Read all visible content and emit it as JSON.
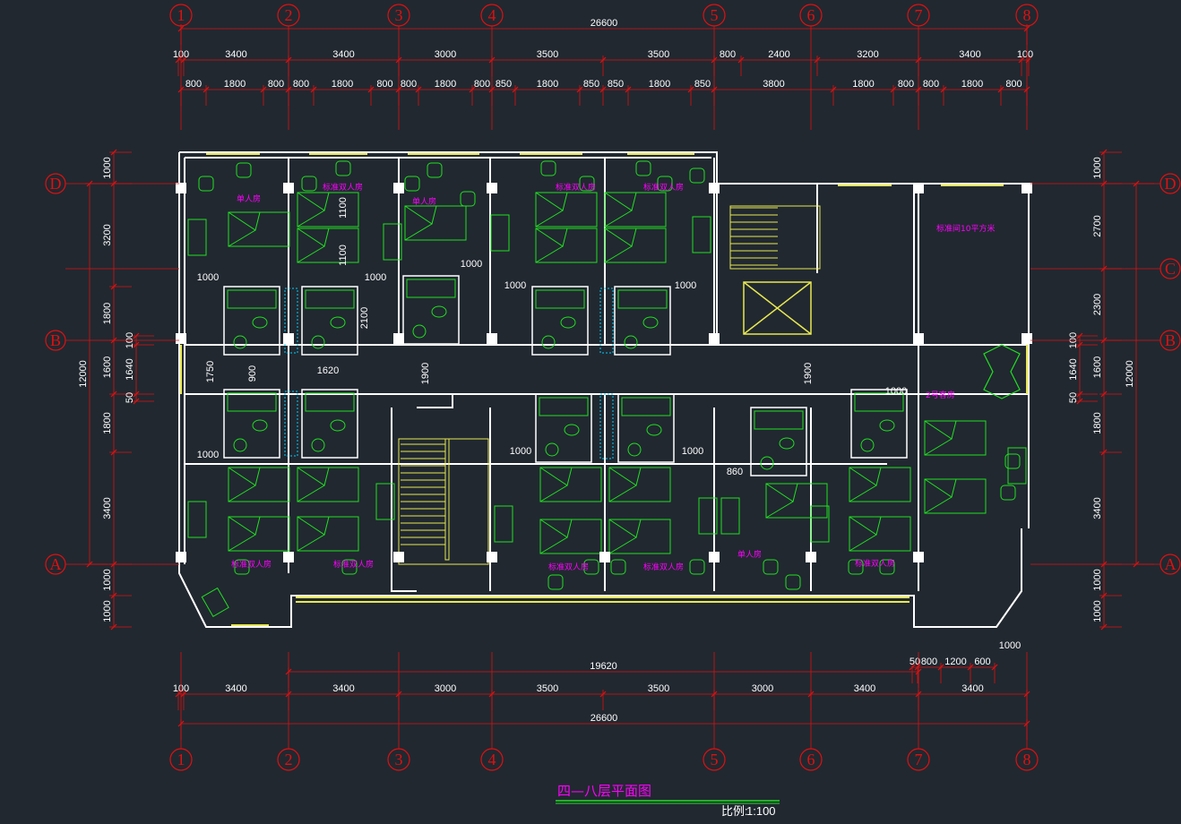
{
  "drawing": {
    "title": "四—八层平面图",
    "scale_label": "比例:",
    "scale_value": "1:100"
  },
  "axes_numeric": [
    "1",
    "2",
    "3",
    "4",
    "5",
    "6",
    "7",
    "8"
  ],
  "axes_alpha": [
    "A",
    "B",
    "C",
    "D"
  ],
  "top_total": "26600",
  "top_row1": [
    "100",
    "3400",
    "3400",
    "3000",
    "3500",
    "3500",
    "800",
    "2400",
    "3200",
    "3400",
    "100"
  ],
  "top_row2": [
    "800",
    "1800",
    "800",
    "800",
    "1800",
    "800",
    "800",
    "1800",
    "800",
    "850",
    "1800",
    "850",
    "850",
    "1800",
    "850",
    "3800",
    "1800",
    "800",
    "800",
    "1800",
    "800"
  ],
  "bottom_row1": [
    "100",
    "3400",
    "3400",
    "3000",
    "3500",
    "3500",
    "3000",
    "3400",
    "3400"
  ],
  "bottom_mid": "19620",
  "bottom_total": "26600",
  "bottom_right_small": [
    "50",
    "800",
    "1200",
    "600"
  ],
  "bottom_right_1000": "1000",
  "left_segments": [
    "1000",
    "3200",
    "1800",
    "1600",
    "1800",
    "3400",
    "1000",
    "1000"
  ],
  "left_small": [
    "100",
    "1640",
    "50"
  ],
  "left_total": "12000",
  "right_segments": [
    "1000",
    "2700",
    "2300",
    "1600",
    "1800",
    "3400",
    "1000",
    "1000"
  ],
  "right_small": [
    "100",
    "1640",
    "50"
  ],
  "right_total": "12000",
  "interior_dims": [
    "1000",
    "1000",
    "1000",
    "1000",
    "1000",
    "1000",
    "1000",
    "1000",
    "1750",
    "900",
    "1620",
    "2100",
    "1900",
    "1900",
    "1000",
    "860",
    "1100",
    "1100"
  ],
  "room_labels": [
    "单人房",
    "标准双人房",
    "标准双人房",
    "标准双人房",
    "单人房",
    "标准双人房",
    "标准双人房",
    "标准双人房",
    "标准双人房",
    "单人房",
    "标准双人房",
    "2号客房",
    "标准间10平方米"
  ],
  "colors": {
    "background": "#212830",
    "dimension": "#e01010",
    "wall": "#ffffff",
    "furniture": "#20e020",
    "glazing": "#e8e850",
    "fixture": "#00d0ff",
    "label": "#ff00ff"
  }
}
